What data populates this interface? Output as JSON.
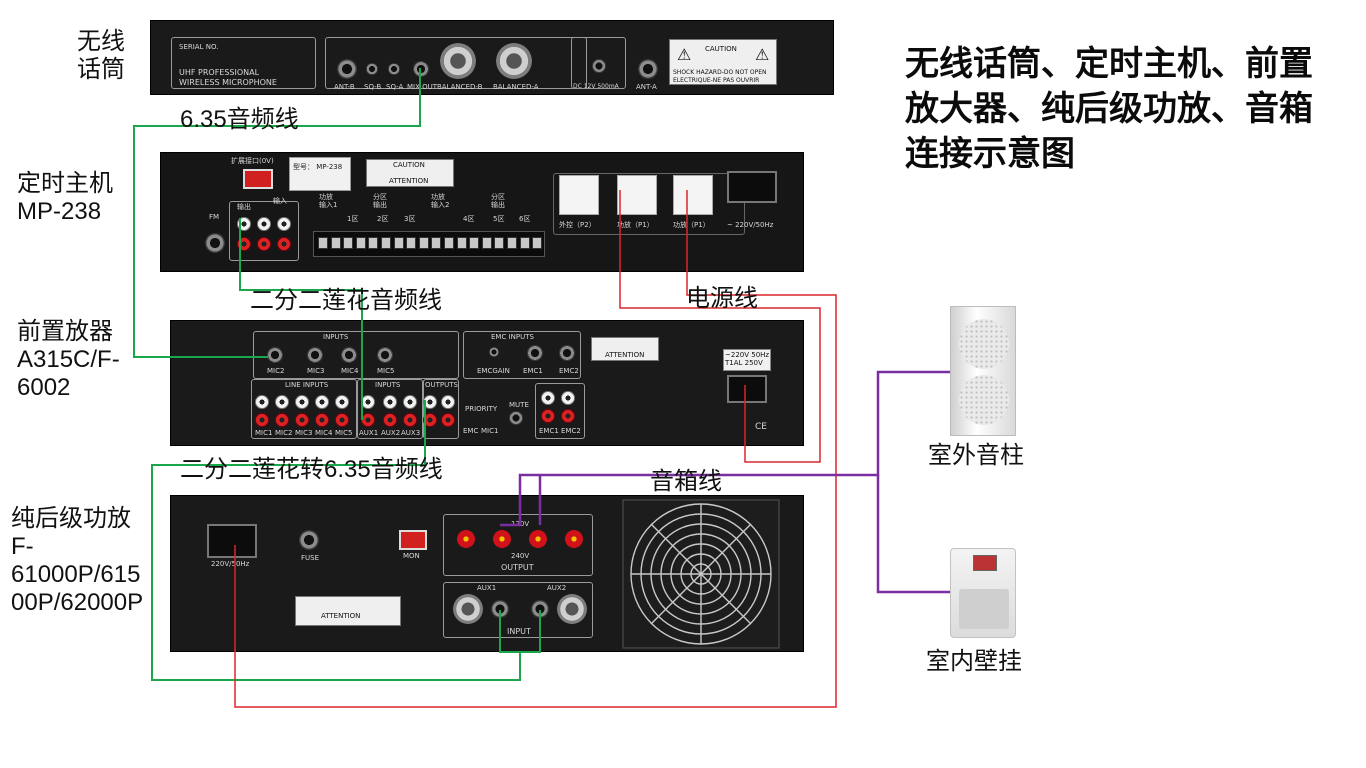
{
  "title": "无线话筒、定时主机、前置放大器、纯后级功放、音箱连接示意图",
  "devices": {
    "wireless_mic": "无线\n话筒",
    "timer_host": "定时主机\nMP-238",
    "preamp": "前置放器\nA315C/F-\n6002",
    "power_amp": "纯后级功放\nF-\n61000P/615\n00P/62000P"
  },
  "cables": {
    "audio_635": "6.35音频线",
    "rca_to_rca": "二分二莲花音频线",
    "power_cord": "电源线",
    "rca_to_635": "二分二莲花转6.35音频线",
    "speaker_cable": "音箱线"
  },
  "speakers": {
    "outdoor_column": "室外音柱",
    "indoor_wall": "室内壁挂"
  },
  "panel_text": {
    "mic": {
      "serial": "SERIAL NO.",
      "uhf": "UHF PROFESSIONAL",
      "wireless": "WIRELESS MICROPHONE",
      "ant_b": "ANT-B",
      "sq_b": "SQ-B",
      "sq_a": "SQ-A",
      "mix_out": "MIX OUT",
      "balanced_b": "BALANCED-B",
      "balanced_a": "BALANCED-A",
      "dc": "DC 12V 500mA",
      "ant_a": "ANT-A",
      "caution": "CAUTION",
      "shock": "SHOCK HAZARD-DO NOT OPEN",
      "electrique": "ELECTRIQUE-NE PAS OUVRIR"
    },
    "timer": {
      "expansion": "扩展接口(0V)",
      "model": "型号： MP-238",
      "caution": "CAUTION",
      "attention": "ATTENTION",
      "fm": "FM",
      "output": "输出",
      "input": "输入",
      "amp_in1": "功放\n输入1",
      "zone_out_a": "分区\n输出",
      "z1": "1区",
      "z2": "2区",
      "z3": "3区",
      "amp_in2": "功放\n输入2",
      "zone_out_b": "分区\n输出",
      "z4": "4区",
      "z5": "5区",
      "z6": "6区",
      "ext_p2": "外控（P2）",
      "amp_p1a": "功放（P1）",
      "amp_p1b": "功放（P1）",
      "mains": "~ 220V/50Hz"
    },
    "preamp": {
      "inputs": "INPUTS",
      "emc_inputs": "EMC INPUTS",
      "attention": "ATTENTION",
      "mic2": "MIC2",
      "mic3": "MIC3",
      "mic4": "MIC4",
      "mic5": "MIC5",
      "emcgain": "EMCGAIN",
      "emc1": "EMC1",
      "emc2": "EMC2",
      "line_inputs": "LINE INPUTS",
      "inputs2": "INPUTS",
      "outputs": "OUTPUTS",
      "m1": "MIC1",
      "m2": "MIC2",
      "m3": "MIC3",
      "m4": "MIC4",
      "m5": "MIC5",
      "aux1": "AUX1",
      "aux2": "AUX2",
      "aux3": "AUX3",
      "priority": "PRIORITY",
      "mute": "MUTE",
      "emc": "EMC",
      "mic1": "MIC1",
      "emc1b": "EMC1",
      "emc2b": "EMC2",
      "mains": "~220V 50Hz",
      "fuse": "T1AL 250V",
      "ce": "CE"
    },
    "amp": {
      "mains": "220V/50Hz",
      "fuse": "FUSE",
      "mon": "MON",
      "v120": "120V",
      "v240": "240V",
      "output": "OUTPUT",
      "attention": "ATTENTION",
      "aux1": "AUX1",
      "aux2": "AUX2",
      "input": "INPUT"
    }
  },
  "colors": {
    "audio_wire": "#1aa64a",
    "power_wire": "#d9262b",
    "speaker_wire": "#7a2fa0",
    "panel": "#1a1a1a"
  }
}
